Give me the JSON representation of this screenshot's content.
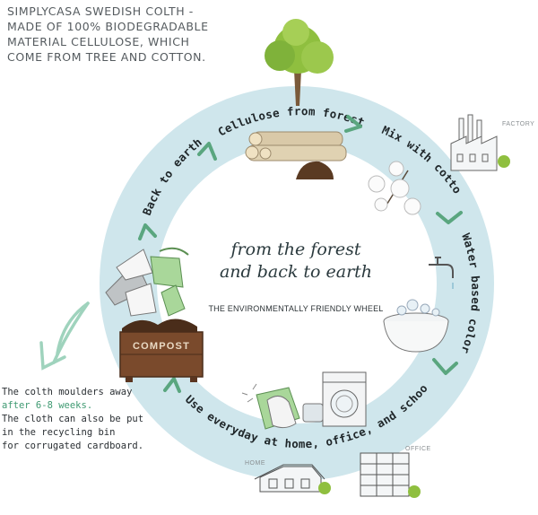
{
  "header": {
    "lines": [
      "SIMPLYCASA SWEDISH COLTH -",
      "MADE OF 100% BIODEGRADABLE",
      "MATERIAL CELLULOSE, WHICH",
      "COME FROM TREE AND COTTON."
    ]
  },
  "center": {
    "title_line1": "from the forest",
    "title_line2": "and back to earth",
    "subtitle": "THE ENVIRONMENTALLY FRIENDLY WHEEL"
  },
  "ring_labels": {
    "cellulose": "Cellulose from forest",
    "cotton": "Mix with cotton",
    "colors": "Water based colors",
    "use": "Use everyday at home, office, and school",
    "earth": "Back to earth"
  },
  "illustration_labels": {
    "factory": "FACTORY",
    "home": "HOME",
    "office": "OFFICE",
    "compost": "COMPOST"
  },
  "side_note": {
    "line1": "The colth moulders away",
    "line2_highlight": "after 6-8 weeks.",
    "line3": "The cloth can also be put",
    "line4": "in the recycling bin",
    "line5": "for corrugated cardboard."
  },
  "colors": {
    "ring": "#cfe6ec",
    "arrow": "#5aa67f",
    "highlight": "#3f9a72",
    "tree": "#8fbf3f",
    "wood": "#d9c9a8",
    "compost": "#7a4a2c"
  },
  "icons": [
    "tree-icon",
    "logs-icon",
    "factory-icon",
    "cotton-icon",
    "faucet-icon",
    "wash-bowl-icon",
    "washing-machine-icon",
    "cleaning-hand-icon",
    "house-icon",
    "office-building-icon",
    "compost-box-icon",
    "cloth-pieces-icon",
    "recycle-arrow-icon"
  ]
}
